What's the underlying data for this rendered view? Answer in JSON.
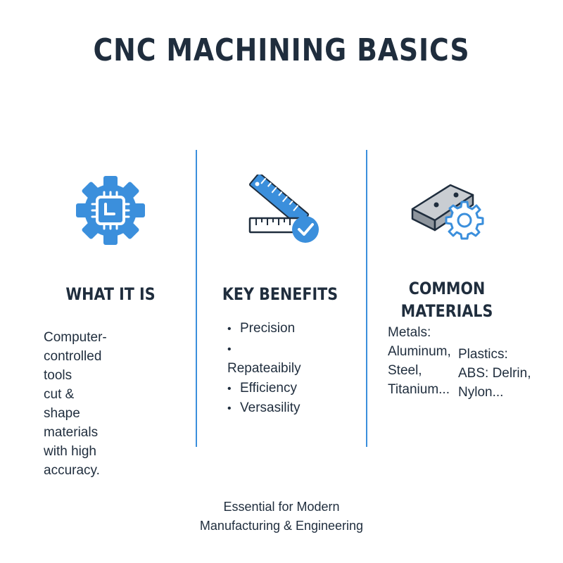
{
  "page": {
    "title": "CNC MACHINING BASICS",
    "accent_color": "#3b8fdc",
    "text_color": "#1f2d3d"
  },
  "columns": [
    {
      "icon": "gear-chip-icon",
      "heading": "WHAT IT IS",
      "lines": [
        "Computer-controlled tools",
        "cut & shape materials",
        "with high accuracy."
      ]
    },
    {
      "icon": "ruler-check-icon",
      "heading": "KEY BENEFITS",
      "bullets": [
        "Precision",
        "Repateaibily",
        "Efficiency",
        "Versasility"
      ]
    },
    {
      "icon": "metal-bar-gear-icon",
      "heading_lines": [
        "COMMON",
        "MATERIALS"
      ],
      "metals": [
        "Metals:",
        "Aluminum,",
        "Steel,",
        "Titanium..."
      ],
      "plastics": [
        "Plastics:",
        "ABS: Delrin,",
        "Nylon..."
      ]
    }
  ],
  "footer": {
    "lines": [
      "Essential for Modern",
      "Manufacturing & Engineering"
    ]
  }
}
